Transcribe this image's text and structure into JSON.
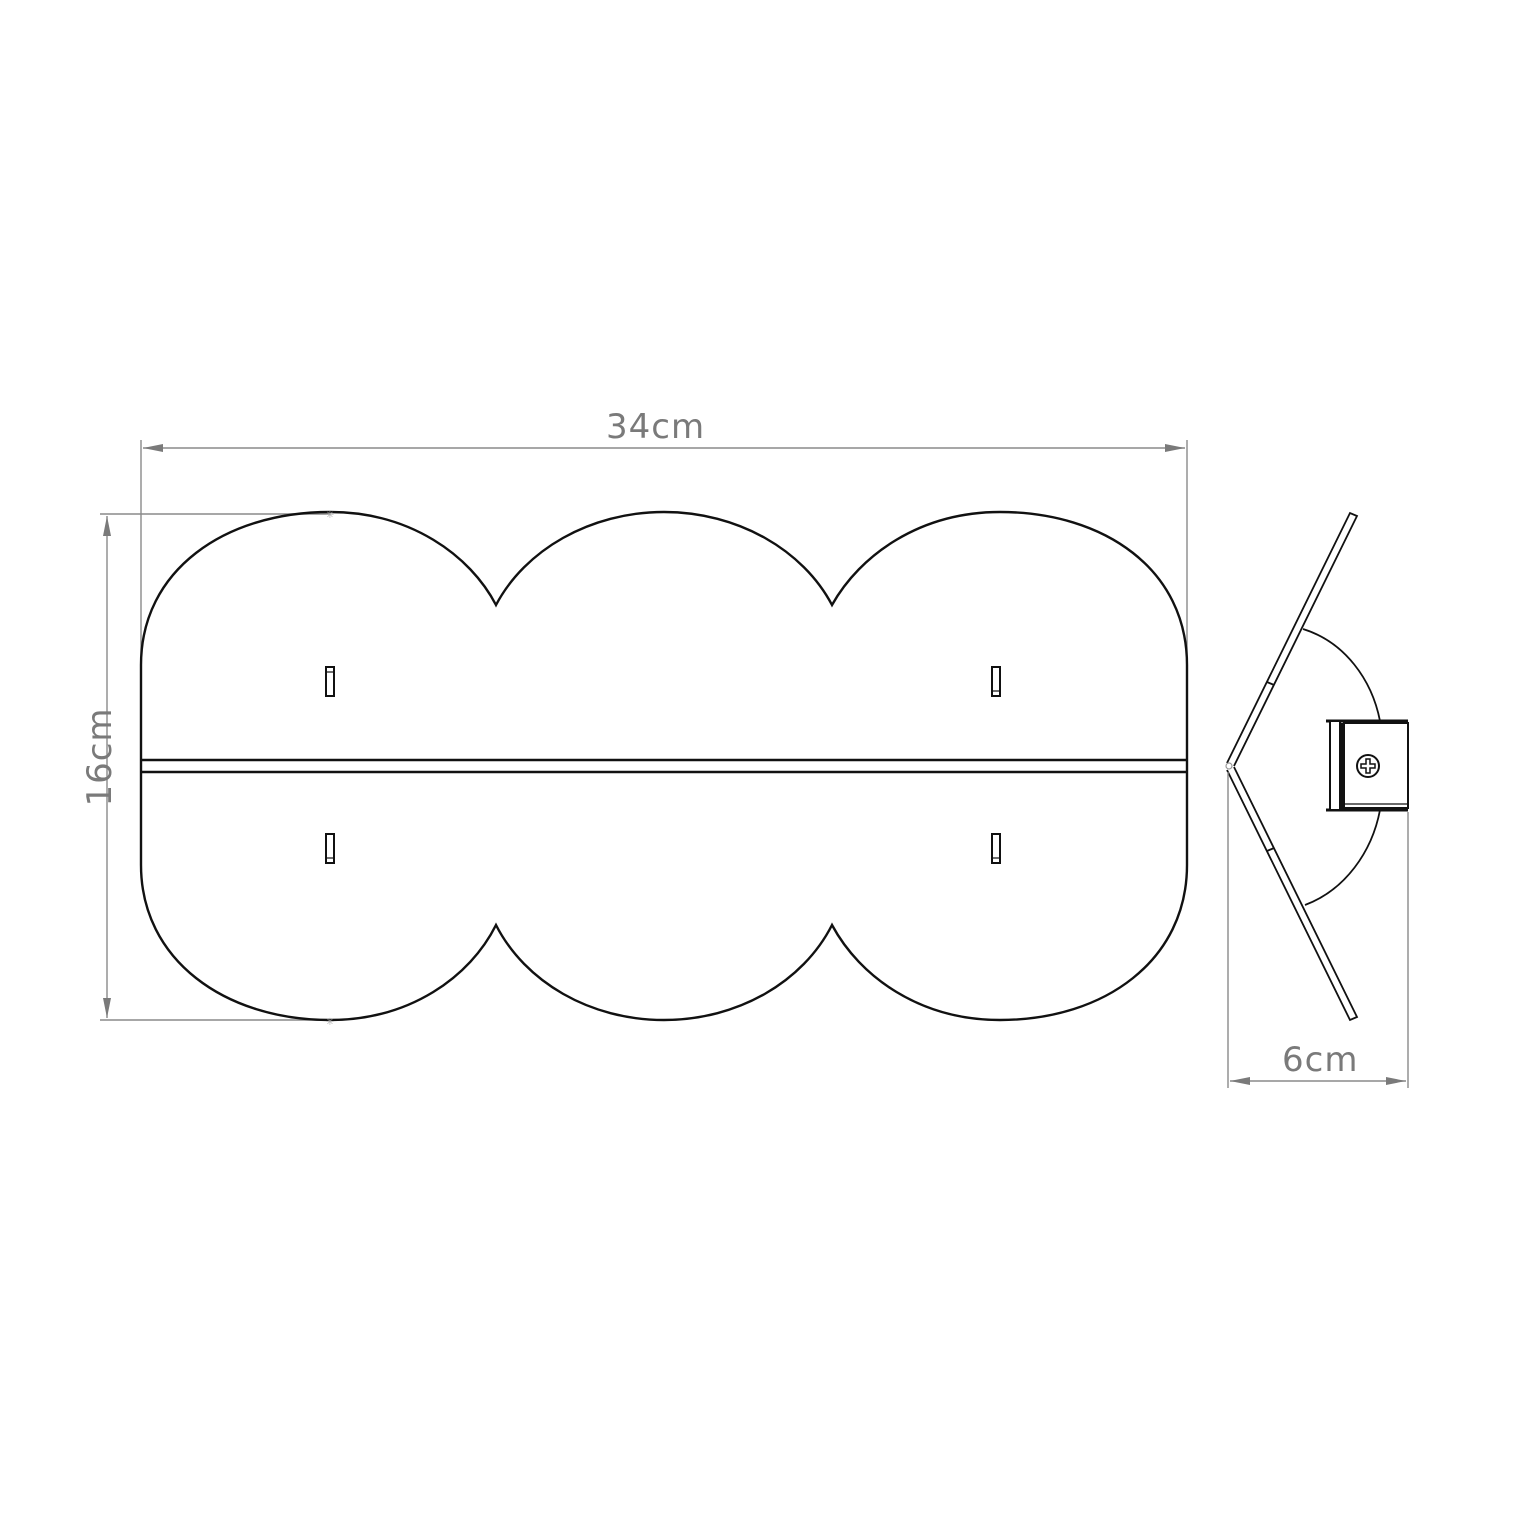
{
  "drawing": {
    "type": "technical-dimension-drawing",
    "subject": "triple-circle wall shelf",
    "views": [
      {
        "name": "front-view",
        "description": "flat outline of three overlapping circles with central fold line and four mounting slots"
      },
      {
        "name": "side-view",
        "description": "V-shaped folded profile with wall bracket and screw"
      }
    ],
    "colors": {
      "outline": "#111111",
      "dimension": "#8a8a8a",
      "label": "#7a7a7a",
      "background": "#ffffff"
    }
  },
  "dimensions": {
    "width": {
      "label": "34cm",
      "value": 34,
      "unit": "cm"
    },
    "height": {
      "label": "16cm",
      "value": 16,
      "unit": "cm"
    },
    "depth": {
      "label": "6cm",
      "value": 6,
      "unit": "cm"
    }
  },
  "features": {
    "mounting_slots": 4,
    "fold_line": true,
    "bracket_screw_icon": "phillips-screw"
  }
}
